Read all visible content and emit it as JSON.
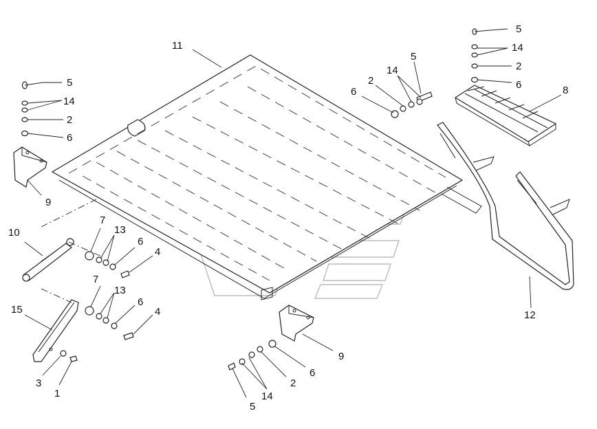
{
  "callouts": [
    {
      "id": "c11",
      "text": "11"
    },
    {
      "id": "c5a",
      "text": "5"
    },
    {
      "id": "c14a",
      "text": "14"
    },
    {
      "id": "c2a",
      "text": "2"
    },
    {
      "id": "c6a",
      "text": "6"
    },
    {
      "id": "c8",
      "text": "8"
    },
    {
      "id": "c5b",
      "text": "5"
    },
    {
      "id": "c14b",
      "text": "14"
    },
    {
      "id": "c2b",
      "text": "2"
    },
    {
      "id": "c6b",
      "text": "6"
    },
    {
      "id": "c5c",
      "text": "5"
    },
    {
      "id": "c14c",
      "text": "14"
    },
    {
      "id": "c2c",
      "text": "2"
    },
    {
      "id": "c6c",
      "text": "6"
    },
    {
      "id": "c9a",
      "text": "9"
    },
    {
      "id": "c10",
      "text": "10"
    },
    {
      "id": "c7a",
      "text": "7"
    },
    {
      "id": "c13a",
      "text": "13"
    },
    {
      "id": "c6d",
      "text": "6"
    },
    {
      "id": "c4a",
      "text": "4"
    },
    {
      "id": "c7b",
      "text": "7"
    },
    {
      "id": "c13b",
      "text": "13"
    },
    {
      "id": "c6e",
      "text": "6"
    },
    {
      "id": "c4b",
      "text": "4"
    },
    {
      "id": "c15",
      "text": "15"
    },
    {
      "id": "c3",
      "text": "3"
    },
    {
      "id": "c1",
      "text": "1"
    },
    {
      "id": "c9b",
      "text": "9"
    },
    {
      "id": "c6f",
      "text": "6"
    },
    {
      "id": "c2d",
      "text": "2"
    },
    {
      "id": "c14d",
      "text": "14"
    },
    {
      "id": "c5d",
      "text": "5"
    },
    {
      "id": "c12",
      "text": "12"
    }
  ]
}
